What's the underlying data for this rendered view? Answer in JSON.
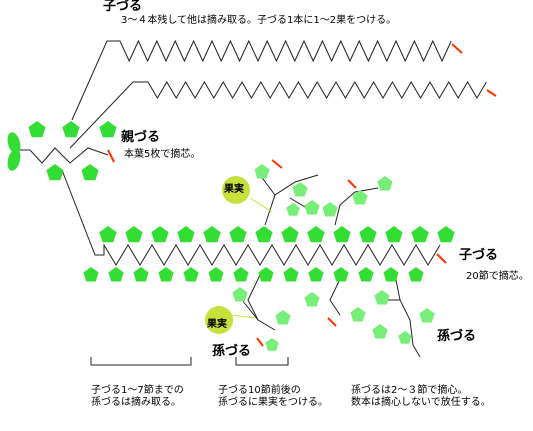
{
  "labels": {
    "kozuru_top": "子づる",
    "kozuru_top_note": "3～４本残して他は摘み取る。子づる1本に1～2果をつける。",
    "oyazuru": "親づる",
    "oyazuru_note": "本葉5枚で摘芯。",
    "fruit_a": "果実",
    "fruit_b": "果実",
    "kozuru_main": "子づる",
    "kozuru_main_note": "20節で摘芯。",
    "magozuru_left": "孫づる",
    "magozuru_right": "孫づる"
  },
  "notes": {
    "left_line1": "子づる1～7節までの",
    "left_line2": "孫づるは摘み取る。",
    "mid_line1": "子づる10節前後の",
    "mid_line2": "孫づるに果実をつける。",
    "right_line1": "孫づるは2～３節で摘心。",
    "right_line2": "数本は摘心しないで放任する。"
  },
  "colors": {
    "leaf": "#33dd33",
    "leaf_light": "#77ee77",
    "fruit": "#c8e03c",
    "cut_mark": "#ff3300",
    "vine": "#222222"
  }
}
